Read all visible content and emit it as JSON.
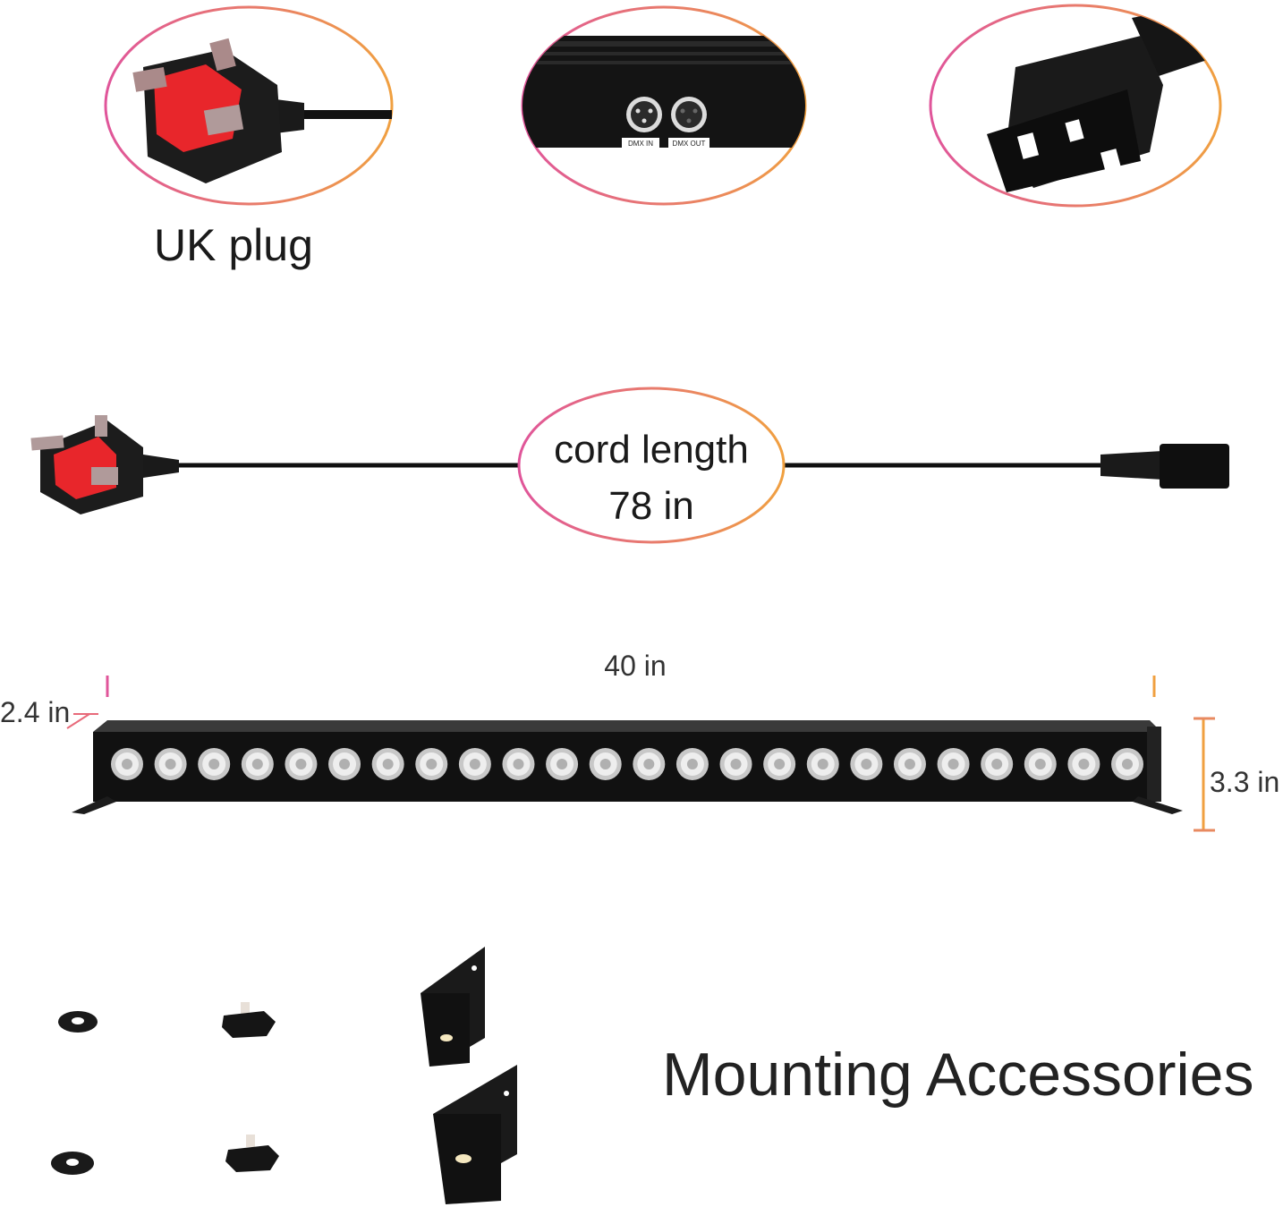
{
  "callouts": {
    "uk_plug_label": "UK plug",
    "dmx_in_label": "DMX IN",
    "dmx_out_label": "DMX OUT"
  },
  "cord": {
    "label_line1": "cord length",
    "label_line2": "78 in"
  },
  "dimensions": {
    "length": "40 in",
    "depth": "2.4 in",
    "height": "3.3 in"
  },
  "accessories": {
    "title": "Mounting Accessories"
  },
  "fixture": {
    "led_count": 24
  },
  "colors": {
    "gradient_start": "#e0559a",
    "gradient_end": "#f0a040",
    "plug_red": "#e8262b",
    "body_black": "#111111"
  }
}
